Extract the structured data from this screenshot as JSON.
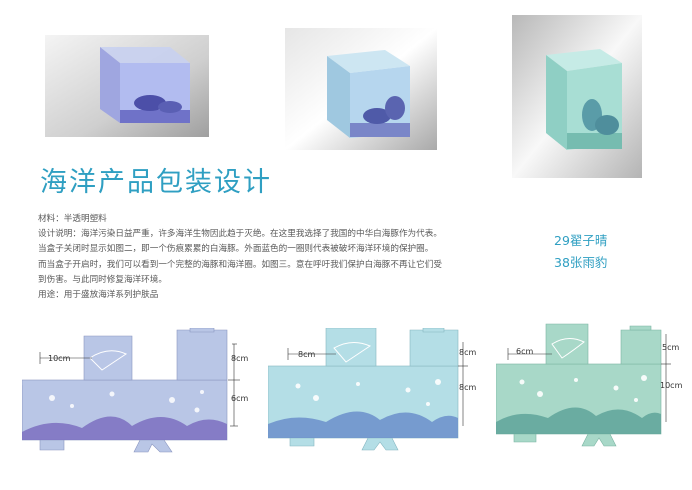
{
  "heading": "海洋产品包装设计",
  "description": {
    "material": "材料：半透明塑料",
    "line1": "设计说明：海洋污染日益严重，许多海洋生物因此趋于灭绝。在这里我选择了我国的中华白海豚作为代表。",
    "line2": "当盒子关闭时显示如图二，即一个伤痕累累的白海豚。外面蓝色的一圈则代表被破坏海洋环境的保护圈。",
    "line3": "而当盒子开启时，我们可以看到一个完整的海豚和海洋圈。如图三。意在呼吁我们保护白海豚不再让它们受",
    "line4": "到伤害。与此同时修复海洋环境。",
    "usage": "用途：用于盛放海洋系列护肤品"
  },
  "authors": [
    "29翟子晴",
    "38张雨豹"
  ],
  "colors": {
    "title": "#2f9fc2",
    "net1": "#b9c6e6",
    "net2": "#b4dee6",
    "net3": "#a8d8c8"
  },
  "nets": [
    {
      "labels": {
        "width": "10cm",
        "top": "8cm",
        "bottom": "6cm"
      }
    },
    {
      "labels": {
        "width": "8cm",
        "top": "8cm",
        "bottom": "8cm"
      }
    },
    {
      "labels": {
        "width": "6cm",
        "top": "5cm",
        "bottom": "10cm"
      }
    }
  ]
}
